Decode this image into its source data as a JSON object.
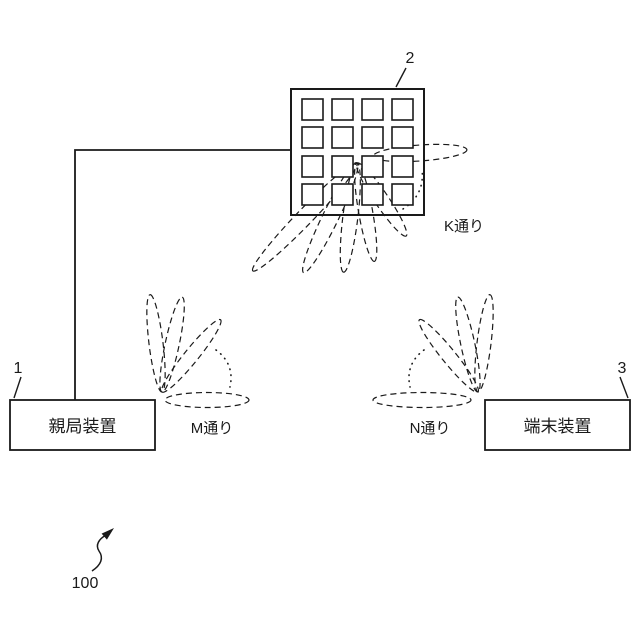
{
  "figure": {
    "references": {
      "antenna": "2",
      "master": "1",
      "terminal": "3",
      "system": "100"
    },
    "nodes": {
      "master_device": "親局装置",
      "terminal_device": "端末装置"
    },
    "beam_labels": {
      "antenna_streets": "K通り",
      "master_streets": "M通り",
      "terminal_streets": "N通り"
    },
    "colors": {
      "line": "#1a1a1a",
      "background": "#ffffff"
    }
  }
}
